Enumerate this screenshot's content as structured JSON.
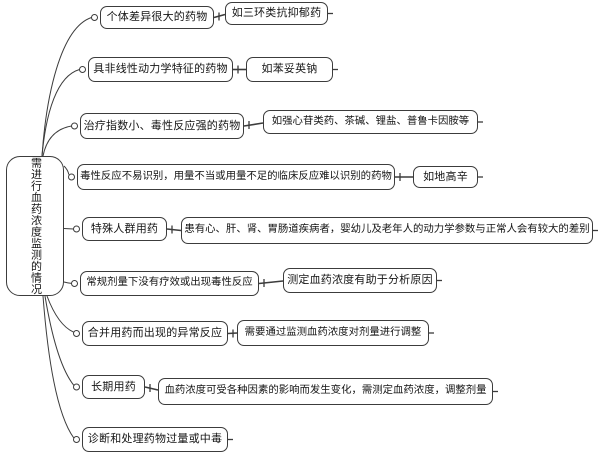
{
  "root": {
    "label": "需进行血药浓度监测的情况"
  },
  "branches": [
    {
      "label": "个体差异很大的药物",
      "child": {
        "label": "如三环类抗抑郁药"
      }
    },
    {
      "label": "具非线性动力学特征的药物",
      "child": {
        "label": "如苯妥英钠"
      }
    },
    {
      "label": "治疗指数小、毒性反应强的药物",
      "child": {
        "label": "如强心苷类药、茶碱、锂盐、普鲁卡因胺等"
      }
    },
    {
      "label": "毒性反应不易识别，用量不当或用量不足的临床反应难以识别的药物",
      "child": {
        "label": "如地高辛"
      }
    },
    {
      "label": "特殊人群用药",
      "child": {
        "label": "患有心、肝、肾、胃肠道疾病者，婴幼儿及老年人的动力学参数与正常人会有较大的差别"
      }
    },
    {
      "label": "常规剂量下没有疗效或出现毒性反应",
      "child": {
        "label": "测定血药浓度有助于分析原因"
      }
    },
    {
      "label": "合并用药而出现的异常反应",
      "child": {
        "label": "需要通过监测血药浓度对剂量进行调整"
      }
    },
    {
      "label": "长期用药",
      "child": {
        "label": "血药浓度可受各种因素的影响而发生变化，需测定血药浓度，调整剂量"
      }
    },
    {
      "label": "诊断和处理药物过量或中毒",
      "child": null
    }
  ],
  "colors": {
    "line": "#3c3c3c",
    "node_border": "#3c3c3c",
    "node_fill": "#ffffff",
    "text": "#151515",
    "background": "#ffffff"
  }
}
